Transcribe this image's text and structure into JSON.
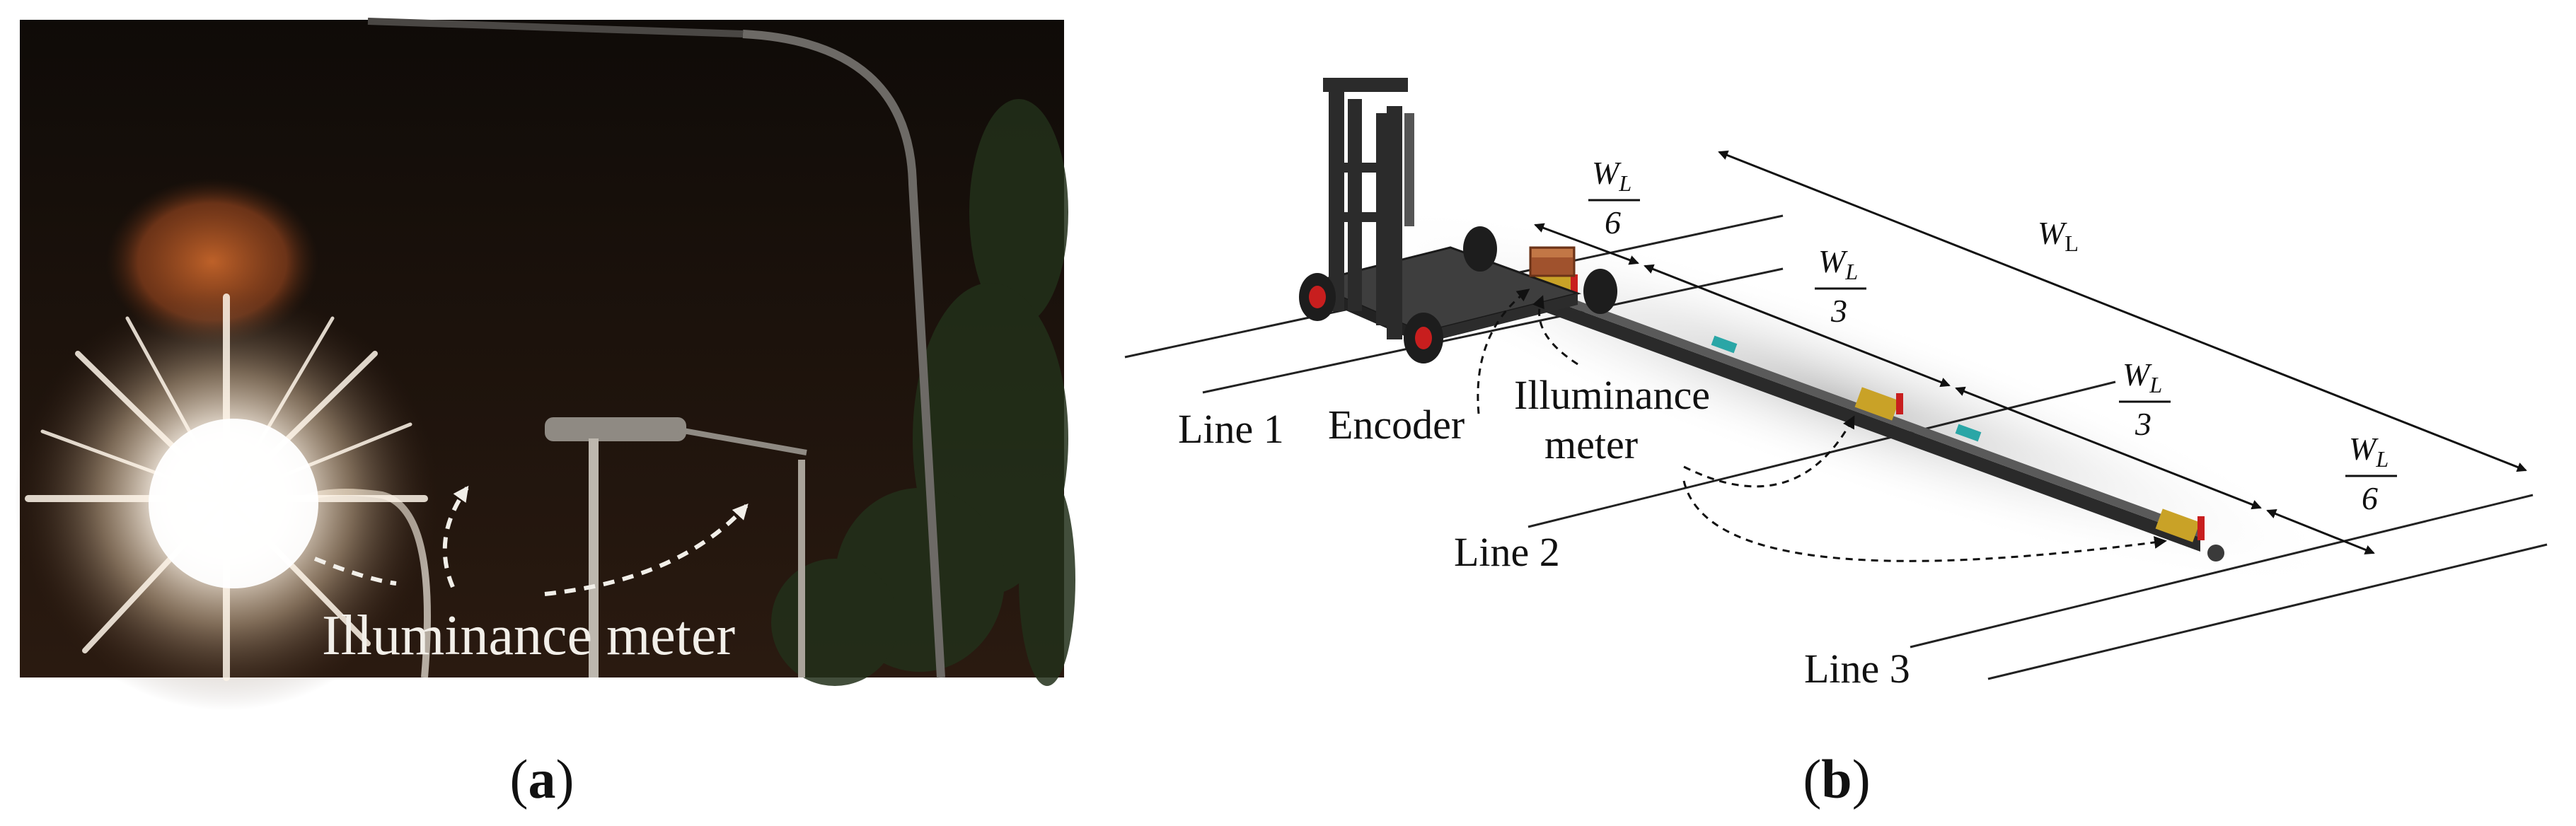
{
  "panel_a": {
    "annotation": "Illuminance meter",
    "caption_open": "(",
    "caption_letter": "a",
    "caption_close": ")"
  },
  "panel_b": {
    "labels": {
      "line1": "Line 1",
      "line2": "Line 2",
      "line3": "Line 3",
      "encoder": "Encoder",
      "illuminance_meter_line1": "Illuminance",
      "illuminance_meter_line2": "meter"
    },
    "dimensions": {
      "total": "W",
      "total_sub": "L",
      "sixth_num": "W",
      "sixth_num_sub": "L",
      "sixth_den": "6",
      "third_num": "W",
      "third_num_sub": "L",
      "third_den": "3"
    },
    "caption_open": "(",
    "caption_letter": "b",
    "caption_close": ")"
  },
  "colors": {
    "night_sky": "#140d08",
    "lamp_glow": "#ffffff",
    "orange_flare": "#c2602a",
    "frame": "#2b2b2b",
    "encoder_box": "#a0522d",
    "sensor_yellow": "#c9a227",
    "marker_red": "#c81e1e",
    "teal_marker": "#2aa6a6"
  }
}
